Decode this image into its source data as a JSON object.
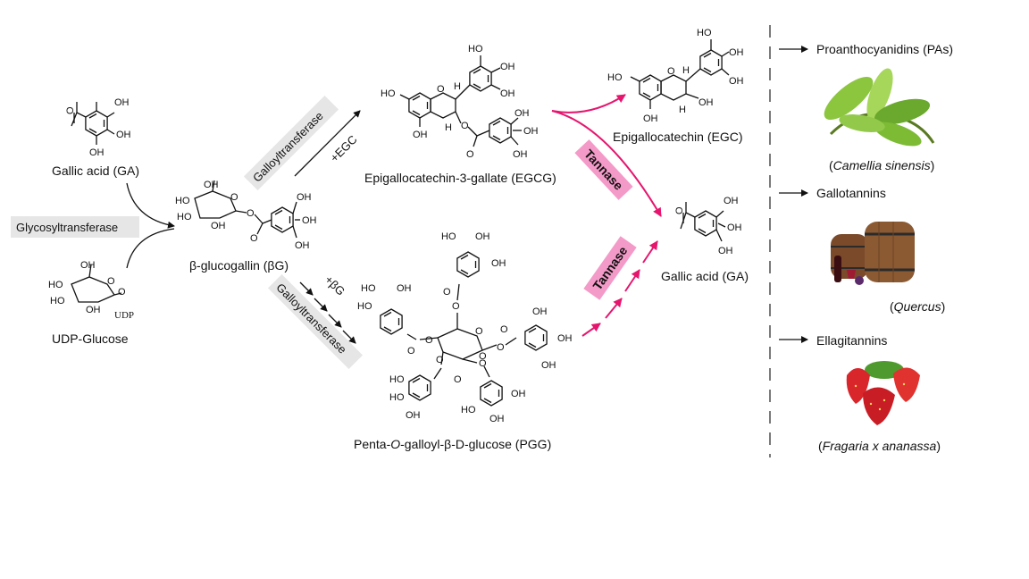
{
  "compounds": {
    "gallic_acid_start": "Gallic acid (GA)",
    "udp_glucose": "UDP-Glucose",
    "beta_glucogallin": "β-glucogallin (βG)",
    "egcg": "Epigallocatechin-3-gallate (EGCG)",
    "pgg_pre": "Penta-",
    "pgg_o": "O",
    "pgg_post": "-galloyl-β-D-glucose (PGG)",
    "egc": "Epigallocatechin (EGC)",
    "gallic_acid_end": "Gallic acid (GA)"
  },
  "enzymes": {
    "glycosyltransferase": "Glycosyltransferase",
    "galloyltransferase_top": "Galloyltransferase",
    "galloyltransferase_bottom": "Galloyltransferase",
    "tannase_top": "Tannase",
    "tannase_bottom": "Tannase"
  },
  "cofactors": {
    "egc": "+EGC",
    "bg": "+βG"
  },
  "atoms": {
    "oh": "OH",
    "ho": "HO",
    "h": "H",
    "o": "O",
    "udp": "UDP",
    "o_upper": "O"
  },
  "products": [
    {
      "name": "Proanthocyanidins (PAs)",
      "source": "Camellia sinensis",
      "source_prefix": "(",
      "source_suffix": ")",
      "image_icon": "tea-leaves-icon"
    },
    {
      "name": "Gallotannins",
      "source": "Quercus",
      "source_prefix": "(",
      "source_suffix": ")",
      "image_icon": "oak-barrel-icon"
    },
    {
      "name": "Ellagitannins",
      "source": "Fragaria x ananassa",
      "source_prefix": "(",
      "source_suffix": ")",
      "image_icon": "strawberry-icon"
    }
  ],
  "colors": {
    "tannase_arrow": "#e6166e",
    "tannase_box": "#f49ac8",
    "enzyme_box": "#e6e6e6"
  }
}
